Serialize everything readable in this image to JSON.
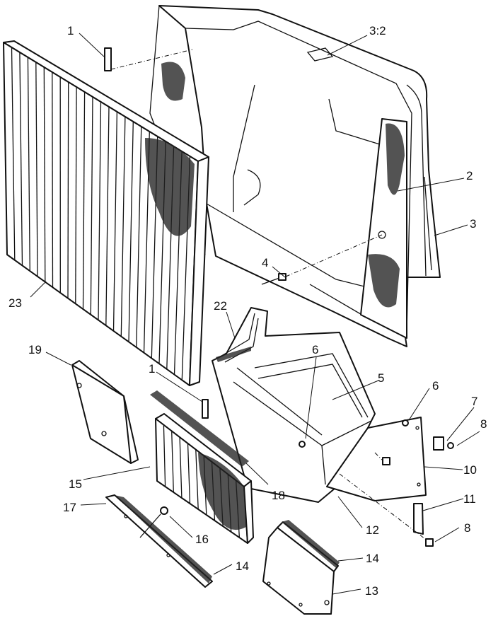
{
  "labels": {
    "l1a": "1",
    "l32": "3:2",
    "l2": "2",
    "l3": "3",
    "l4": "4",
    "l23": "23",
    "l22": "22",
    "l6a": "6",
    "l5": "5",
    "l6b": "6",
    "l7": "7",
    "l8a": "8",
    "l19": "19",
    "l1b": "1",
    "l10": "10",
    "l15": "15",
    "l18": "18",
    "l11": "11",
    "l17": "17",
    "l12": "12",
    "l8b": "8",
    "l16": "16",
    "l14a": "14",
    "l14b": "14",
    "l13": "13"
  }
}
